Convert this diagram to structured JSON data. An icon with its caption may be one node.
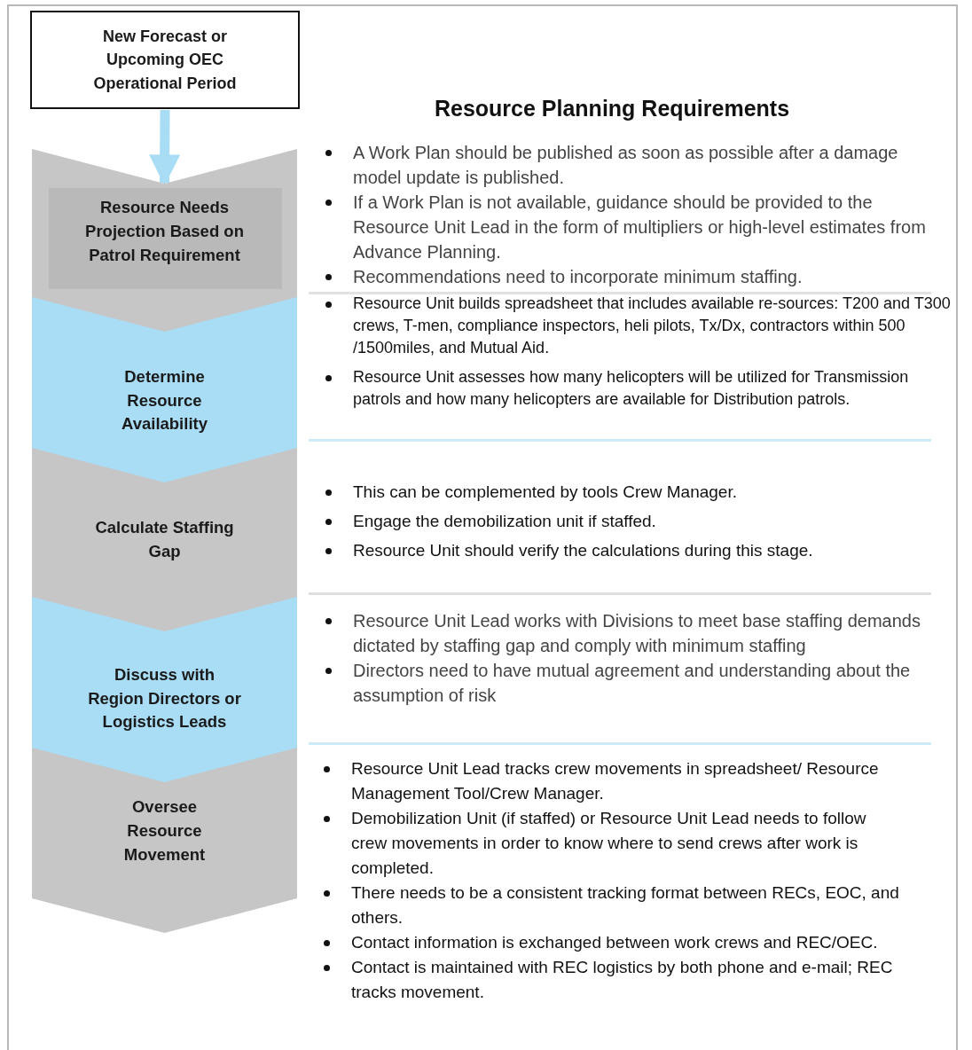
{
  "diagram": {
    "title": "Resource Planning Requirements",
    "nodes": [
      {
        "text": [
          "New Forecast or Upcoming OEC Operational Period"
        ]
      },
      {
        "text": [
          "Resource Needs Projection Based on Patrol Requirement"
        ],
        "beside": [
          "A Work Plan should be published as soon as possible after a damage model update is published.",
          "If a Work Plan is not available, guidance should be provided to the Resource Unit Lead in the form of multipliers or high-level estimates from Advance Planning.",
          "Recommendations need to incorporate minimum staffing."
        ]
      },
      {
        "text": [
          "Determine Resource Availability"
        ],
        "beside": [
          "Resource Unit builds spreadsheet that includes available re-sources: T200 and T300 crews, T-men, compliance inspectors, heli pilots, Tx/Dx, contractors within 500 /1500miles, and Mutual Aid.",
          "Resource Unit assesses how many helicopters will be utilized for Transmission patrols and how many helicopters are available for Distribution patrols."
        ]
      },
      {
        "text": [
          "Calculate Staffing Gap"
        ],
        "beside": [
          "This can be complemented by tools Crew Manager.",
          "Engage the demobilization unit if staffed.",
          "Resource Unit should verify the calculations during this stage."
        ]
      },
      {
        "text": [
          "Discuss with Region Directors or Logistics Leads"
        ],
        "beside": [
          "Resource Unit Lead works with Divisions to meet base staffing demands dictated by staffing gap and comply with minimum staffing",
          "Directors need to have mutual agreement and understanding about the assumption of risk"
        ]
      },
      {
        "text": [
          "Oversee Resource Movement"
        ],
        "beside": [
          "Resource Unit Lead tracks crew movements in spreadsheet/ Resource Management Tool/Crew Manager.",
          "Demobilization Unit (if staffed) or Resource Unit Lead needs to follow crew movements in order to know where to send crews after work is completed.",
          "There needs to be a consistent tracking format between RECs, EOC, and others.",
          "Contact information is exchanged between work crews and REC/OEC.",
          "Contact is maintained with REC logistics by both phone and e-mail; REC tracks movement."
        ]
      }
    ],
    "edges": [
      {
        "from": 0,
        "to": 1,
        "arrow": "to"
      }
    ]
  }
}
